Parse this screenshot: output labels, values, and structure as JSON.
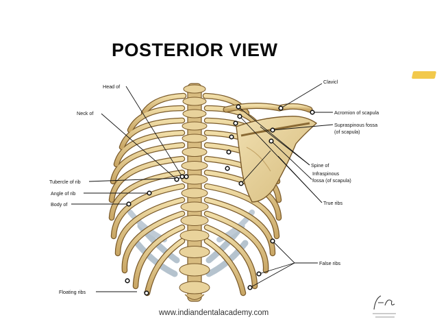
{
  "slide": {
    "title": "POSTERIOR VIEW",
    "footer_url": "www.indiandentalacademy.com"
  },
  "diagram": {
    "labels_left": {
      "head_of": "Head of",
      "neck_of": "Neck of",
      "tubercle_of_rib": "Tubercle of rib",
      "angle_of_rib": "Angle of rib",
      "body_of": "Body of",
      "floating_ribs": "Floating ribs"
    },
    "labels_right": {
      "clavicl": "Clavicl",
      "acromion": "Acromion of scapula",
      "supraspinous_1": "Supraspinous fossa",
      "supraspinous_2": "(of scapula)",
      "spine_of": "Spine of",
      "infraspinous_1": "Infraspinous",
      "infraspinous_2": "fossa (of scapula)",
      "true_ribs": "True ribs",
      "false_ribs": "False ribs"
    },
    "colors": {
      "bone": "#e3c98e",
      "bone_outline": "#7a5a2a",
      "cartilage": "#a9b9c6",
      "leader": "#111111"
    }
  }
}
